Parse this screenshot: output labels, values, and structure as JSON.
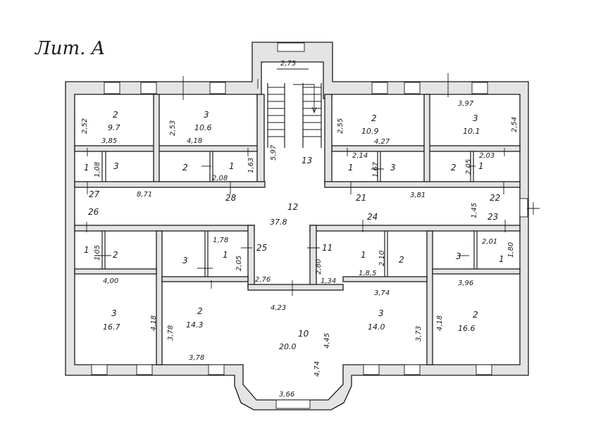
{
  "title": "Лит. А",
  "rooms": [
    {
      "id": "r-nw-2",
      "number": "2",
      "area": "9.7"
    },
    {
      "id": "r-nw-3",
      "number": "3",
      "area": "10.6"
    },
    {
      "id": "r-ne-2",
      "number": "2",
      "area": "10.9"
    },
    {
      "id": "r-ne-3",
      "number": "3",
      "area": "10.1"
    },
    {
      "id": "r-12",
      "number": "12",
      "area": "37.8"
    },
    {
      "id": "r-13",
      "number": "13",
      "area": ""
    },
    {
      "id": "r-sw-3",
      "number": "3",
      "area": "16.7"
    },
    {
      "id": "r-sw-2",
      "number": "2",
      "area": "14.3"
    },
    {
      "id": "r-10",
      "number": "10",
      "area": "20.0"
    },
    {
      "id": "r-se-3",
      "number": "3",
      "area": "14.0"
    },
    {
      "id": "r-se-2",
      "number": "2",
      "area": "16.6"
    }
  ],
  "small_rooms": [
    "1",
    "3",
    "2",
    "1",
    "1",
    "3",
    "2",
    "1",
    "1",
    "2",
    "3",
    "1",
    "1",
    "2",
    "3",
    "1"
  ],
  "dimensions": [
    "2,75",
    "2,52",
    "3,85",
    "2,53",
    "4,18",
    "2,55",
    "4,27",
    "3,97",
    "2,54",
    "1,08",
    "1,63",
    "2,08",
    "2,14",
    "1,67",
    "2,03",
    "2,05",
    "5,97",
    "8,71",
    "3,81",
    "1,45",
    "1,05",
    "1,78",
    "2,05",
    "2,10",
    "2,01",
    "1,80",
    "2,76",
    "1,34",
    "4,00",
    "1,8,5",
    "3,74",
    "3,96",
    "4,18",
    "3,78",
    "4,23",
    "3,73",
    "4,18",
    "4,45",
    "4,74",
    "3,78",
    "3,66",
    "2,80"
  ],
  "markers": [
    "27",
    "28",
    "21",
    "22",
    "26",
    "23",
    "24",
    "25",
    "11"
  ]
}
